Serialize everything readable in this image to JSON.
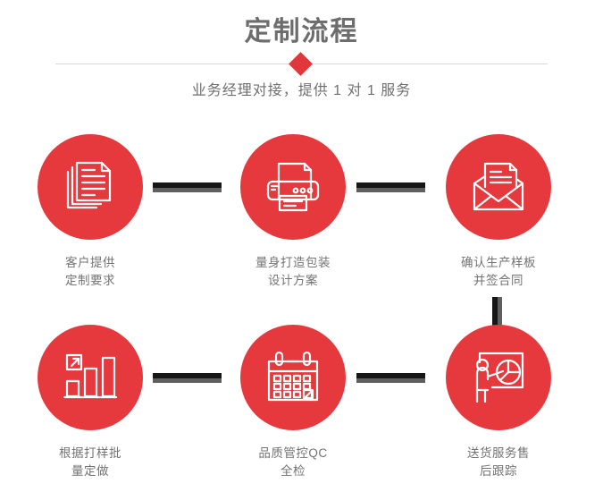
{
  "header": {
    "title": "定制流程",
    "subtitle": "业务经理对接，提供 1 对 1 服务",
    "title_color": "#6d6d6d",
    "accent_color": "#e1373a",
    "divider_color": "#d8d8d8"
  },
  "theme": {
    "circle_color": "#e5393d",
    "connector_dark": "#161616",
    "connector_gray": "#5f5f5f",
    "label_color": "#737373",
    "background": "#ffffff"
  },
  "flow": {
    "steps": [
      {
        "index": 1,
        "icon": "documents-stack-icon",
        "label": "客户提供\n定制要求",
        "row": 1,
        "col": 1
      },
      {
        "index": 2,
        "icon": "printer-icon",
        "label": "量身打造包装\n设计方案",
        "row": 1,
        "col": 2
      },
      {
        "index": 3,
        "icon": "envelope-letter-icon",
        "label": "确认生产样板\n并签合同",
        "row": 1,
        "col": 3
      },
      {
        "index": 4,
        "icon": "bar-chart-growth-icon",
        "label": "根据打样批\n量定做",
        "row": 2,
        "col": 1
      },
      {
        "index": 5,
        "icon": "calendar-check-icon",
        "label": "品质管控QC\n全检",
        "row": 2,
        "col": 2
      },
      {
        "index": 6,
        "icon": "presentation-pie-chart-icon",
        "label": "送货服务售\n后跟踪",
        "row": 2,
        "col": 3
      }
    ],
    "connectors": [
      {
        "name": "connector-step1-step2",
        "orientation": "horizontal"
      },
      {
        "name": "connector-step2-step3",
        "orientation": "horizontal"
      },
      {
        "name": "connector-step3-step6",
        "orientation": "vertical"
      },
      {
        "name": "connector-step4-step5",
        "orientation": "horizontal"
      },
      {
        "name": "connector-step5-step6",
        "orientation": "horizontal"
      }
    ]
  }
}
